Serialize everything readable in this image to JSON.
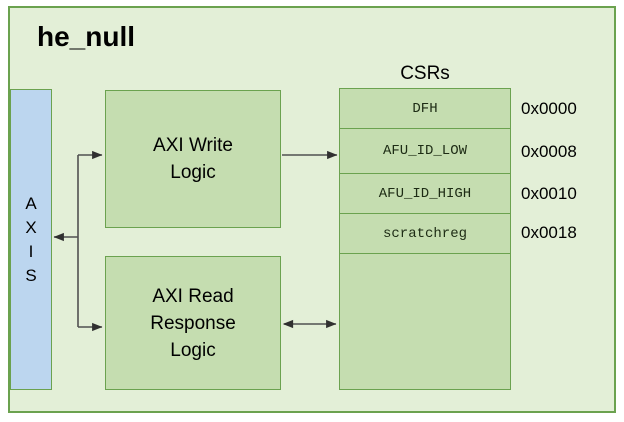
{
  "diagram": {
    "title": "he_null",
    "colors": {
      "module_background": "#e3efd7",
      "module_border": "#6ba24f",
      "logic_block_fill": "#c5ddb0",
      "axis_block_fill": "#bcd6ef",
      "connector": "#404040",
      "text": "#000000"
    },
    "axis_port": {
      "name": "AXIS",
      "letters": [
        "A",
        "X",
        "I",
        "S"
      ]
    },
    "blocks": [
      {
        "id": "write-logic",
        "label": "AXI Write\nLogic"
      },
      {
        "id": "read-logic",
        "label": "AXI Read\nResponse\nLogic"
      }
    ],
    "csr": {
      "group_label": "CSRs",
      "rows": [
        {
          "name": "DFH",
          "address": "0x0000"
        },
        {
          "name": "AFU_ID_LOW",
          "address": "0x0008"
        },
        {
          "name": "AFU_ID_HIGH",
          "address": "0x0010"
        },
        {
          "name": "scratchreg",
          "address": "0x0018"
        },
        {
          "name": "",
          "address": ""
        }
      ]
    },
    "connections": [
      {
        "id": "axis-to-write",
        "from": "AXIS",
        "to": "AXI Write Logic",
        "direction": "forward"
      },
      {
        "id": "axis-to-read",
        "from": "AXIS",
        "to": "AXI Read Response Logic",
        "direction": "forward"
      },
      {
        "id": "logic-to-axis",
        "from": "Logic",
        "to": "AXIS",
        "direction": "reverse"
      },
      {
        "id": "write-to-csr",
        "from": "AXI Write Logic",
        "to": "CSRs",
        "direction": "forward"
      },
      {
        "id": "read-csr-bidirectional",
        "from": "AXI Read Response Logic",
        "to": "CSRs",
        "direction": "bidirectional"
      }
    ]
  }
}
